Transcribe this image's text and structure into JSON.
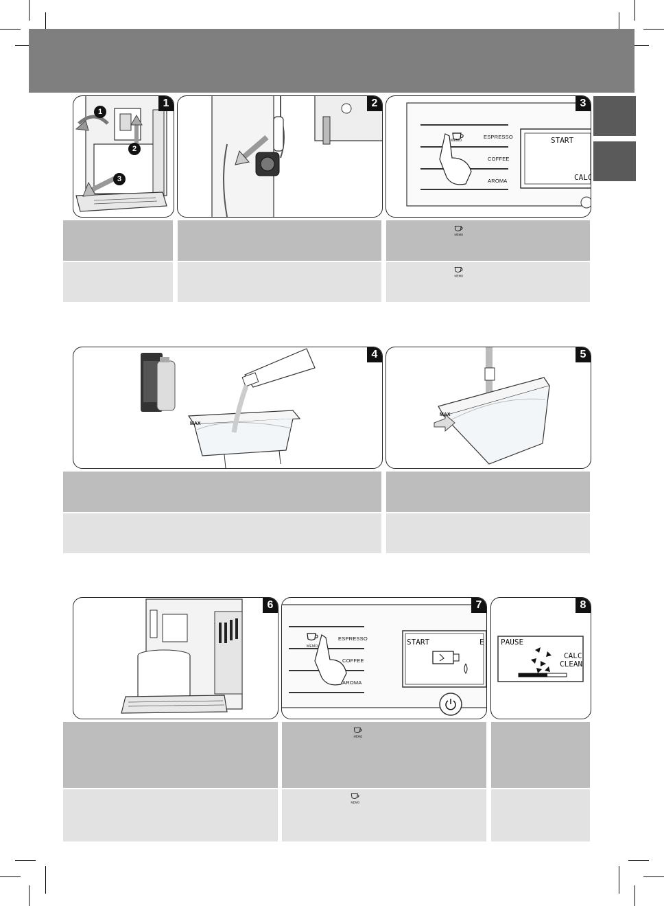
{
  "steps": [
    {
      "number": "1"
    },
    {
      "number": "2"
    },
    {
      "number": "3"
    },
    {
      "number": "4"
    },
    {
      "number": "5"
    },
    {
      "number": "6"
    },
    {
      "number": "7"
    },
    {
      "number": "8"
    }
  ],
  "illustrations": {
    "step1": {
      "callouts": [
        "1",
        "2",
        "3"
      ]
    },
    "control_panel": {
      "buttons": [
        "ESPRESSO",
        "COFFEE",
        "AROMA"
      ],
      "memo_label": "MEMO"
    },
    "display_step3": {
      "line1": "START",
      "line2": "CALC"
    },
    "display_step7": {
      "line1": "START",
      "line2": "E"
    },
    "display_step8": {
      "line1": "PAUSE",
      "line2": "CALC",
      "line3": "CLEAN",
      "progress": 0.6
    },
    "tank_label": "MAX"
  },
  "icons": {
    "memo": "memo-cup-icon",
    "power": "power-icon",
    "hand": "pointing-hand-icon"
  },
  "colors": {
    "header_band": "#7f7f7f",
    "side_tab": "#5a5a5a",
    "instruction_dark": "#bdbdbd",
    "instruction_light": "#e2e2e2",
    "badge": "#111111"
  }
}
